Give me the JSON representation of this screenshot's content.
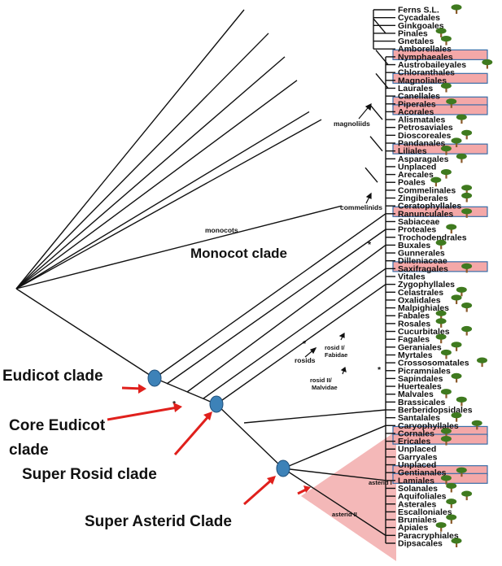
{
  "taxa": [
    {
      "name": "Ferns S.L.",
      "tree": true,
      "hl": false
    },
    {
      "name": "Cycadales",
      "tree": false,
      "hl": false
    },
    {
      "name": "Ginkgoales",
      "tree": false,
      "hl": false
    },
    {
      "name": "Pinales",
      "tree": true,
      "hl": false
    },
    {
      "name": "Gnetales",
      "tree": true,
      "hl": false
    },
    {
      "name": "Amborellales",
      "tree": false,
      "hl": false
    },
    {
      "name": "Nymphaeales",
      "tree": false,
      "hl": true
    },
    {
      "name": "Austrobaileyales",
      "tree": true,
      "hl": false
    },
    {
      "name": "Chloranthales",
      "tree": false,
      "hl": false
    },
    {
      "name": "Magnoliales",
      "tree": false,
      "hl": true
    },
    {
      "name": "Laurales",
      "tree": true,
      "hl": false
    },
    {
      "name": "Canellales",
      "tree": false,
      "hl": false
    },
    {
      "name": "Piperales",
      "tree": true,
      "hl": true
    },
    {
      "name": "Acorales",
      "tree": false,
      "hl": true
    },
    {
      "name": "Alismatales",
      "tree": true,
      "hl": false
    },
    {
      "name": "Petrosaviales",
      "tree": false,
      "hl": false
    },
    {
      "name": "Dioscoreales",
      "tree": true,
      "hl": false
    },
    {
      "name": "Pandanales",
      "tree": true,
      "hl": false
    },
    {
      "name": "Liliales",
      "tree": true,
      "hl": true
    },
    {
      "name": "Asparagales",
      "tree": true,
      "hl": false
    },
    {
      "name": "Unplaced",
      "tree": false,
      "hl": false
    },
    {
      "name": "Arecales",
      "tree": true,
      "hl": false
    },
    {
      "name": "Poales",
      "tree": true,
      "hl": false
    },
    {
      "name": "Commelinales",
      "tree": true,
      "hl": false
    },
    {
      "name": "Zingiberales",
      "tree": true,
      "hl": false
    },
    {
      "name": "Ceratophyllales",
      "tree": false,
      "hl": false
    },
    {
      "name": "Ranunculales",
      "tree": true,
      "hl": true
    },
    {
      "name": "Sabiaceae",
      "tree": false,
      "hl": false
    },
    {
      "name": "Proteales",
      "tree": true,
      "hl": false
    },
    {
      "name": "Trochodendrales",
      "tree": false,
      "hl": false
    },
    {
      "name": "Buxales",
      "tree": true,
      "hl": false
    },
    {
      "name": "Gunnerales",
      "tree": false,
      "hl": false
    },
    {
      "name": "Dilleniaceae",
      "tree": false,
      "hl": false
    },
    {
      "name": "Saxifragales",
      "tree": true,
      "hl": true
    },
    {
      "name": "Vitales",
      "tree": false,
      "hl": false
    },
    {
      "name": "Zygophyllales",
      "tree": false,
      "hl": false
    },
    {
      "name": "Celastrales",
      "tree": true,
      "hl": false
    },
    {
      "name": "Oxalidales",
      "tree": true,
      "hl": false
    },
    {
      "name": "Malpighiales",
      "tree": true,
      "hl": false
    },
    {
      "name": "Fabales",
      "tree": true,
      "hl": false
    },
    {
      "name": "Rosales",
      "tree": true,
      "hl": false
    },
    {
      "name": "Cucurbitales",
      "tree": true,
      "hl": false
    },
    {
      "name": "Fagales",
      "tree": true,
      "hl": false
    },
    {
      "name": "Geraniales",
      "tree": true,
      "hl": false
    },
    {
      "name": "Myrtales",
      "tree": true,
      "hl": false
    },
    {
      "name": "Crossosomatales",
      "tree": true,
      "hl": false
    },
    {
      "name": "Picramniales",
      "tree": false,
      "hl": false
    },
    {
      "name": "Sapindales",
      "tree": true,
      "hl": false
    },
    {
      "name": "Huerteales",
      "tree": false,
      "hl": false
    },
    {
      "name": "Malvales",
      "tree": true,
      "hl": false
    },
    {
      "name": "Brassicales",
      "tree": true,
      "hl": false
    },
    {
      "name": "Berberidopsidales",
      "tree": false,
      "hl": false
    },
    {
      "name": "Santalales",
      "tree": true,
      "hl": false
    },
    {
      "name": "Caryophyllales",
      "tree": true,
      "hl": false
    },
    {
      "name": "Cornales",
      "tree": true,
      "hl": true
    },
    {
      "name": "Ericales",
      "tree": true,
      "hl": true
    },
    {
      "name": "Unplaced",
      "tree": false,
      "hl": false
    },
    {
      "name": "Garryales",
      "tree": false,
      "hl": false
    },
    {
      "name": "Unplaced",
      "tree": false,
      "hl": false
    },
    {
      "name": "Gentianales",
      "tree": true,
      "hl": true
    },
    {
      "name": "Lamiales",
      "tree": true,
      "hl": true
    },
    {
      "name": "Solanales",
      "tree": true,
      "hl": false
    },
    {
      "name": "Aquifoliales",
      "tree": true,
      "hl": false
    },
    {
      "name": "Asterales",
      "tree": true,
      "hl": false
    },
    {
      "name": "Escalloniales",
      "tree": false,
      "hl": false
    },
    {
      "name": "Bruniales",
      "tree": true,
      "hl": false
    },
    {
      "name": "Apiales",
      "tree": true,
      "hl": false
    },
    {
      "name": "Paracryphiales",
      "tree": false,
      "hl": false
    },
    {
      "name": "Dipsacales",
      "tree": true,
      "hl": false
    }
  ],
  "labels": {
    "monocots": "monocots",
    "monocot_clade": "Monocot clade",
    "magnoliids": "magnoliids",
    "commelinids": "commelinids",
    "rosids": "rosids",
    "rosid_1a": "rosid I/",
    "rosid_1b": "Fabidae",
    "rosid_2a": "rosid II/",
    "rosid_2b": "Malvidae",
    "asterid_1": "asterid I",
    "asterid_2": "asterid II",
    "eudicot_clade": "Eudicot clade",
    "core_eudicot_1": "Core Eudicot",
    "core_eudicot_2": "clade",
    "super_rosid": "Super Rosid clade",
    "super_asterid": "Super Asterid Clade",
    "star": "*"
  },
  "colors": {
    "highlight": "#f4a8a8",
    "highlight_border": "#3a6ea8",
    "arrow": "#e0201c",
    "node": "#3d82b8",
    "asterid_shade": "#f0a0a0",
    "tree_icon_green": "#3f7a1f",
    "tree_icon_trunk": "#8b5a2b"
  }
}
